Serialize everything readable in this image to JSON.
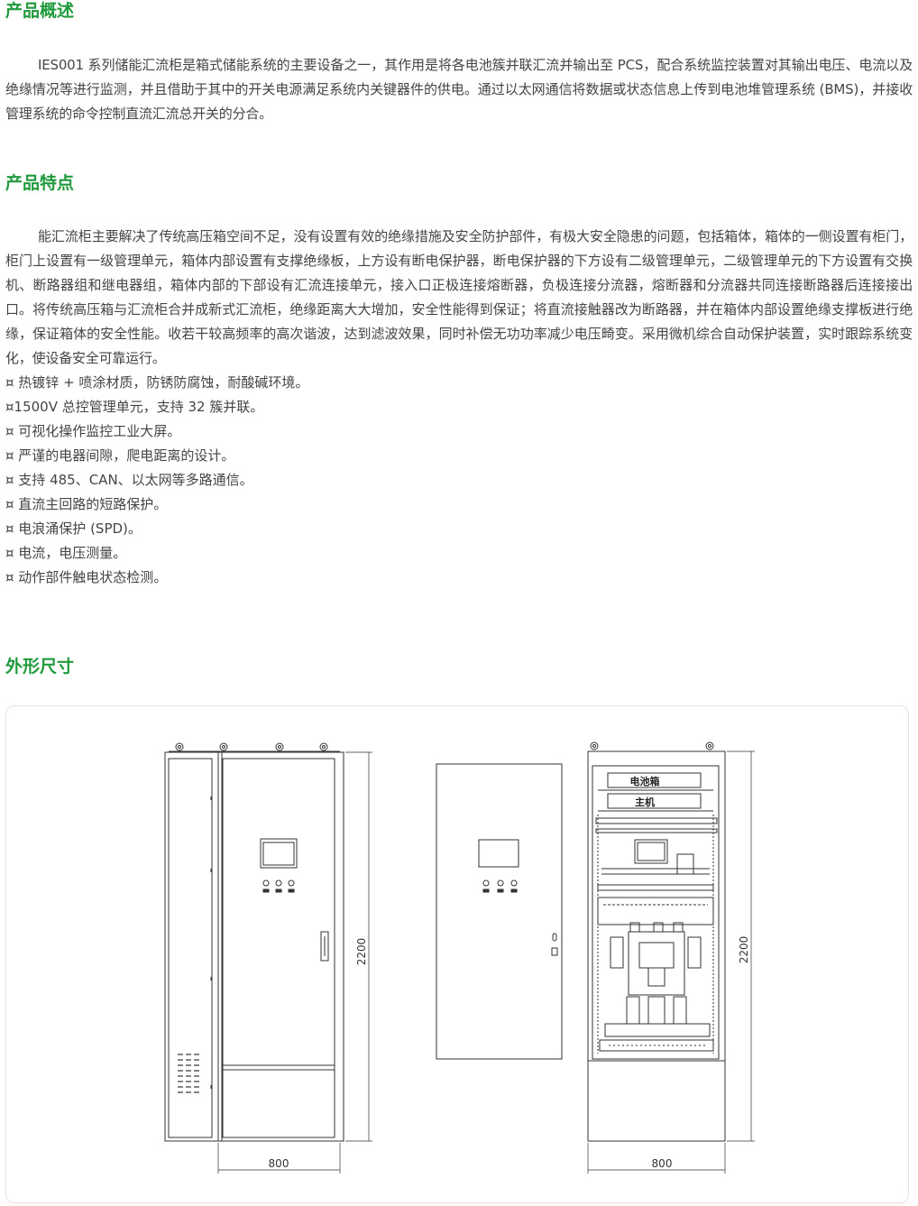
{
  "overview": {
    "title": "产品概述",
    "text": "IES001 系列储能汇流柜是箱式储能系统的主要设备之一，其作用是将各电池簇并联汇流并输出至 PCS，配合系统监控装置对其输出电压、电流以及绝缘情况等进行监测，并且借助于其中的开关电源满足系统内关键器件的供电。通过以太网通信将数据或状态信息上传到电池堆管理系统 (BMS)，并接收管理系统的命令控制直流汇流总开关的分合。"
  },
  "features": {
    "title": "产品特点",
    "text": "能汇流柜主要解决了传统高压箱空间不足，没有设置有效的绝缘措施及安全防护部件，有极大安全隐患的问题，包括箱体，箱体的一侧设置有柜门，柜门上设置有一级管理单元，箱体内部设置有支撑绝缘板，上方设有断电保护器，断电保护器的下方设有二级管理单元，二级管理单元的下方设置有交换机、断路器组和继电器组，箱体内部的下部设有汇流连接单元，接入口正极连接熔断器，负极连接分流器，熔断器和分流器共同连接断路器后连接接出口。将传统高压箱与汇流柜合并成新式汇流柜，绝缘距离大大增加，安全性能得到保证；将直流接触器改为断路器，并在箱体内部设置绝缘支撑板进行绝缘，保证箱体的安全性能。收若干较高频率的高次谐波，达到滤波效果，同时补偿无功功率减少电压畸变。采用微机综合自动保护装置，实时跟踪系统变化，使设备安全可靠运行。",
    "items": [
      "¤ 热镀锌 + 喷涂材质，防锈防腐蚀，耐酸碱环境。",
      "¤1500V 总控管理单元，支持 32 簇并联。",
      "¤ 可视化操作监控工业大屏。",
      "¤ 严谨的电器间隙，爬电距离的设计。",
      "¤ 支持 485、CAN、以太网等多路通信。",
      "¤ 直流主回路的短路保护。",
      "¤ 电浪涌保护 (SPD)。",
      "¤ 电流，电压测量。",
      "¤ 动作部件触电状态检测。"
    ]
  },
  "dimensions": {
    "title": "外形尺寸",
    "front_height": "2200",
    "front_width": "800",
    "inner_height": "2200",
    "inner_width": "800",
    "inner_label_top": "电池箱",
    "inner_label_main": "主机"
  }
}
